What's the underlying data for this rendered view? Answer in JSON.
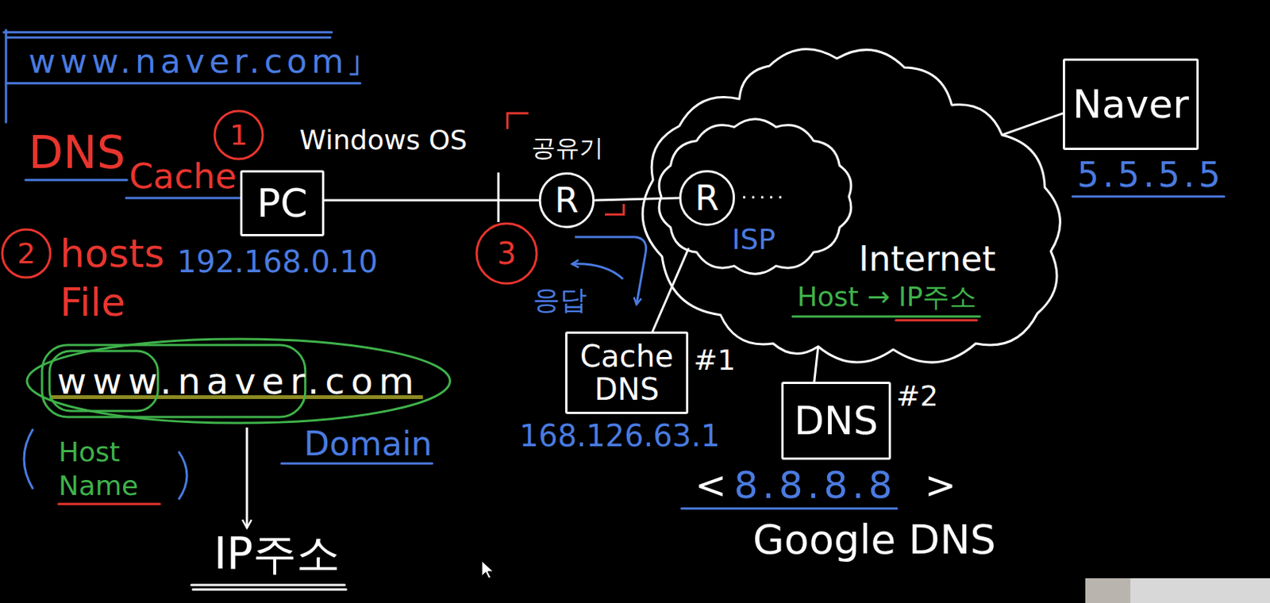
{
  "diagram": {
    "nodes": [
      {
        "text": [
          "Internet",
          "Host → IP주소"
        ]
      },
      {
        "text": [
          "ISP"
        ],
        "in": 0
      },
      {
        "text": [
          "R"
        ],
        "in": 1
      },
      {
        "text": [
          "PC"
        ]
      },
      {
        "text": [
          "R"
        ]
      },
      {
        "text": [
          "Naver"
        ]
      },
      {
        "text": [
          "Cache DNS"
        ]
      },
      {
        "text": [
          "DNS"
        ]
      }
    ],
    "edges": [
      {
        "from": 3,
        "to": 4,
        "arrow": "none"
      },
      {
        "from": 4,
        "to": 2,
        "arrow": "none"
      },
      {
        "from": 5,
        "to": 0,
        "arrow": "none"
      },
      {
        "from": 6,
        "to": 1,
        "arrow": "none"
      },
      {
        "from": 7,
        "to": 0,
        "arrow": "none"
      }
    ],
    "labels": [
      "www.naver.com",
      "DNS",
      "Cache",
      "1",
      "Windows OS",
      "2",
      "hosts File",
      "192.168.0.10",
      "공유기",
      "3",
      "응답",
      "5.5.5.5",
      "#1",
      "168.126.63.1",
      "#2",
      "<",
      "8.8.8.8",
      ">",
      "Google DNS",
      "www.naver.com",
      "Host Name",
      "Domain",
      "IP주소"
    ]
  }
}
